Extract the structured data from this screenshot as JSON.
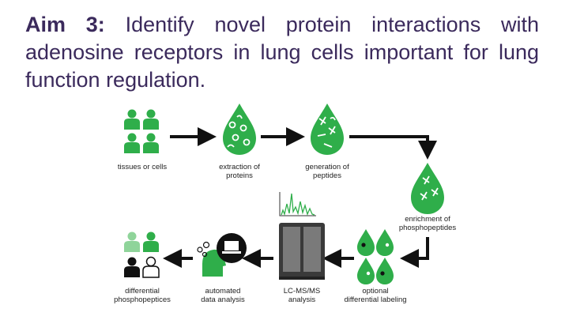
{
  "title": {
    "aim": "Aim 3:",
    "text": " Identify novel protein interactions with adenosine receptors in lung cells important for lung function regulation."
  },
  "colors": {
    "title": "#3b2a5c",
    "green": "#2fae4a",
    "arrow": "#111111"
  },
  "steps": {
    "tissues": "tissues or cells",
    "extraction_1": "extraction of",
    "extraction_2": "proteins",
    "generation_1": "generation of",
    "generation_2": "peptides",
    "enrichment_1": "enrichment of",
    "enrichment_2": "phosphopeptides",
    "optional_1": "optional",
    "optional_2": "differential labeling",
    "lcms_1": "LC-MS/MS",
    "lcms_2": "analysis",
    "automated_1": "automated",
    "automated_2": "data analysis",
    "differential_1": "differential",
    "differential_2": "phosphopeptices"
  }
}
